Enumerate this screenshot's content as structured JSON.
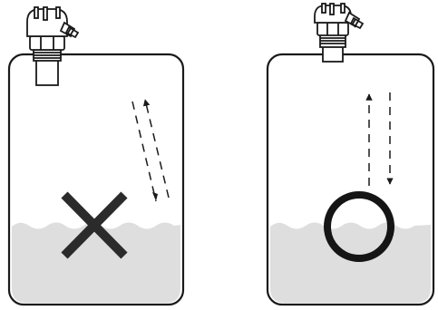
{
  "diagram": {
    "colors": {
      "outline": "#1a1a1a",
      "liquid": "#dedede",
      "background": "#ffffff"
    },
    "panels": [
      {
        "id": "incorrect-mounting",
        "verdict_symbol": "x-mark",
        "sensor_position": "top-left-near-wall",
        "echo_path": "slanted",
        "icons": [
          "ultrasonic-sensor",
          "tank",
          "liquid",
          "dashed-echo-arrows",
          "x-mark"
        ]
      },
      {
        "id": "correct-mounting",
        "verdict_symbol": "circle-mark",
        "sensor_position": "top-center",
        "echo_path": "vertical",
        "icons": [
          "ultrasonic-sensor",
          "tank",
          "liquid",
          "dashed-echo-arrows",
          "circle-mark"
        ]
      }
    ]
  }
}
